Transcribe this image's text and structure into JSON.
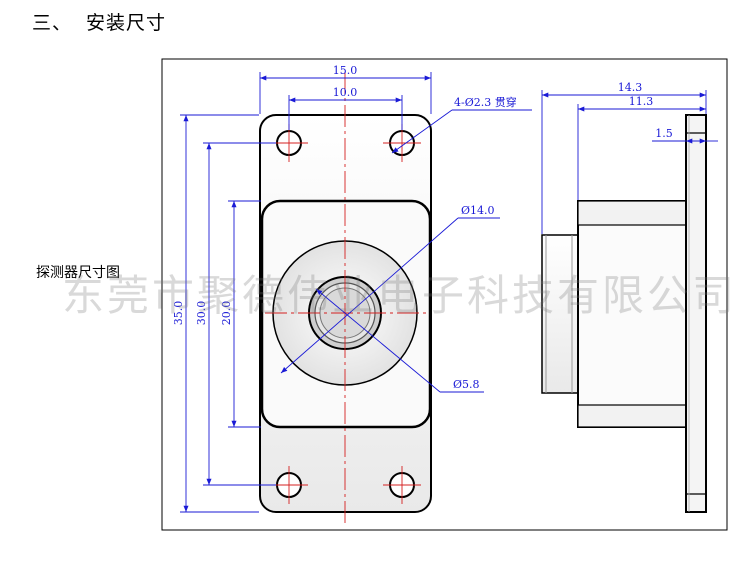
{
  "section": {
    "number": "三、",
    "title": "安装尺寸"
  },
  "side_label": "探测器尺寸图",
  "watermark": "东莞市聚德伟业电子科技有限公司",
  "front_view": {
    "dim_width_outer": "15.0",
    "dim_width_inner": "10.0",
    "dim_holes": "4-Ø2.3 贯穿",
    "dim_height_outer": "35.0",
    "dim_height_mid": "30.0",
    "dim_height_inner": "20.0",
    "dim_diameter_large": "Ø14.0",
    "dim_diameter_small": "Ø5.8"
  },
  "side_view": {
    "dim_total": "14.3",
    "dim_body": "11.3",
    "dim_flange": "1.5"
  },
  "colors": {
    "dimension": "#1a1ad6",
    "centerline": "#d42020",
    "outline": "#000000"
  }
}
